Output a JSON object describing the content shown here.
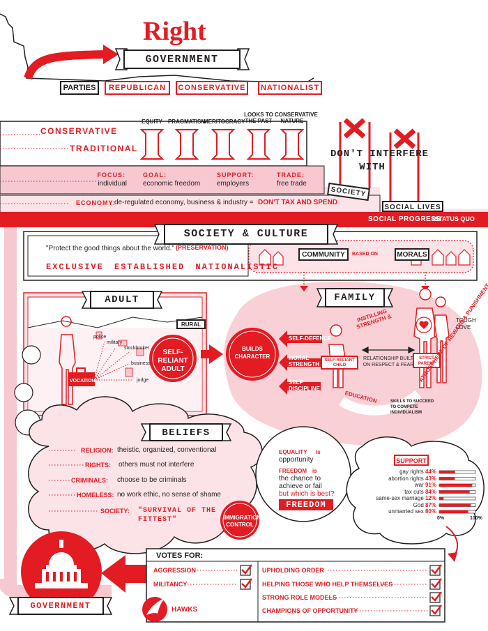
{
  "header": {
    "title": "Right",
    "banner": "GOVERNMENT"
  },
  "parties": {
    "label": "PARTIES",
    "items": [
      "REPUBLICAN",
      "CONSERVATIVE",
      "NATIONALIST"
    ]
  },
  "ideology": {
    "label1": "CONSERVATIVE",
    "label2": "TRADITIONAL",
    "pillars": [
      "EQUITY",
      "PRAGMATISM",
      "MERITOCRACY",
      "LOOKS TO THE PAST",
      "CONSERVATIVE NATURE"
    ]
  },
  "policy": {
    "focus_label": "FOCUS:",
    "focus_value": "individual",
    "goal_label": "GOAL:",
    "goal_value": "economic freedom",
    "support_label": "SUPPORT:",
    "support_value": "employers",
    "trade_label": "TRADE:",
    "trade_value": "free trade",
    "economy_label": "ECONOMY:",
    "economy_value": "de-regulated economy, business & industry =",
    "economy_emphasis": "DON'T TAX AND SPEND"
  },
  "interfere": {
    "line1": "DON'T INTERFERE",
    "line2": "WITH",
    "society_tag": "SOCIETY",
    "social_lives_tag": "SOCIAL LIVES",
    "social_progress_label": "SOCIAL PROGRESS",
    "social_progress_value": "=STATUS QUO"
  },
  "society_culture": {
    "banner": "SOCIETY & CULTURE",
    "quote": "\"Protect the good things about the world.\"",
    "quote_tag": "(PRESERVATION)",
    "tagline": "EXCLUSIVE ESTABLISHED NATIONALISTIC",
    "community_label": "COMMUNITY",
    "based_on": "BASED ON",
    "morals_label": "MORALS"
  },
  "adult": {
    "banner": "ADULT",
    "rural": "RURAL",
    "vocation": "VOCATION",
    "jobs": [
      "police",
      "military",
      "stockbroker",
      "business",
      "judge"
    ],
    "self_reliant": "SELF-RELIANT ADULT",
    "builds": "BUILDS CHARACTER"
  },
  "family": {
    "banner": "FAMILY",
    "instilling": "INSTILLING STRENGTH &",
    "tough_love": "TOUGH LOVE",
    "arrows": [
      "SELF-DEFENCE",
      "MORAL STRENGTH",
      "SELF DISCIPLINE"
    ],
    "child": "SELF-RELIANT CHILD",
    "relationship": "RELATIONSHIP BUILT ON RESPECT & FEAR",
    "parent": "STRICT PARENT",
    "education": "EDUCATION",
    "skills": "SKILLS TO SUCCEED TO COMPETE INDIVIDUALISM",
    "atmosphere": "ATMOSPHERE OF REWARD & PUNISHMENT"
  },
  "beliefs": {
    "banner": "BELIEFS",
    "rows": [
      {
        "label": "RELIGION:",
        "value": "theistic, organized, conventional"
      },
      {
        "label": "RIGHTS:",
        "value": "others must not interfere"
      },
      {
        "label": "CRIMINALS:",
        "value": "choose to be criminals"
      },
      {
        "label": "HOMELESS:",
        "value": "no work ethic, no sense of shame"
      }
    ],
    "society_label": "SOCIETY:",
    "society_value1": "\"SURVIVAL OF THE",
    "society_value2": "FITTEST\"",
    "immigration": "IMMIGRATION CONTROL"
  },
  "equality": {
    "equality_label": "EQUALITY",
    "equality_is": "is",
    "equality_value": "opportunity",
    "freedom_label": "FREEDOM",
    "freedom_is": "is",
    "freedom_value1": "the chance to",
    "freedom_value2": "achieve or fail",
    "question": "but which is best?",
    "answer": "FREEDOM"
  },
  "support": {
    "title": "SUPPORT",
    "axis_min": "0%",
    "axis_max": "100%",
    "rows": [
      {
        "label": "gay rights",
        "value": 44
      },
      {
        "label": "abortion rights",
        "value": 43
      },
      {
        "label": "war",
        "value": 91
      },
      {
        "label": "tax cuts",
        "value": 84
      },
      {
        "label": "same-sex marriage",
        "value": 12
      },
      {
        "label": "God",
        "value": 87
      },
      {
        "label": "unmarried sex",
        "value": 80
      }
    ]
  },
  "votes": {
    "title": "VOTES FOR:",
    "left": [
      "AGGRESSION",
      "MILITANCY"
    ],
    "right": [
      "UPHOLDING ORDER",
      "HELPING THOSE WHO HELP THEMSELVES",
      "STRONG ROLE MODELS",
      "CHAMPIONS OF OPPORTUNITY"
    ],
    "hawks": "HAWKS"
  },
  "footer": {
    "government": "GOVERNMENT"
  },
  "colors": {
    "accent": "#e31b23",
    "pink": "#f7c8cf",
    "light_pink": "#fbe3e7",
    "ink": "#231f20"
  }
}
